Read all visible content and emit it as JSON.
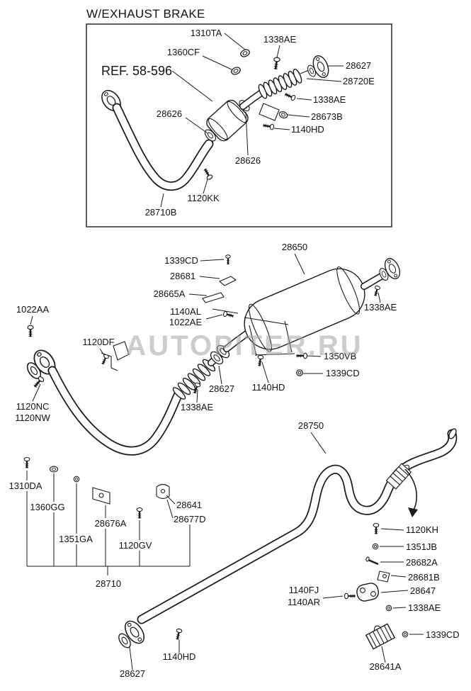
{
  "inset": {
    "title": "W/EXHAUST BRAKE",
    "ref_label": "REF. 58-596",
    "labels": [
      "1310TA",
      "1338AE",
      "1360CF",
      "28627",
      "28720E",
      "1338AE",
      "28626",
      "28673B",
      "1140HD",
      "28626",
      "1120KK",
      "28710B"
    ]
  },
  "main": {
    "labels": [
      "28650",
      "1339CD",
      "28681",
      "28665A",
      "1140AL",
      "1022AE",
      "1022AA",
      "1120DF",
      "1338AE",
      "1350VB",
      "1339CD",
      "28627",
      "1140HD",
      "1338AE",
      "1120NC",
      "1120NW",
      "28750",
      "1310DA",
      "1360GG",
      "28676A",
      "28641",
      "28677D",
      "1351GA",
      "1120GV",
      "28710",
      "1120KH",
      "1351JB",
      "28682A",
      "28681B",
      "28647",
      "1140FJ",
      "1140AR",
      "1338AE",
      "1339CD",
      "28641A",
      "1140HD",
      "28627"
    ]
  },
  "watermark": "AUTOPITER.RU",
  "colors": {
    "line": "#1a1a1a",
    "watermark": "#a3a3a3"
  }
}
